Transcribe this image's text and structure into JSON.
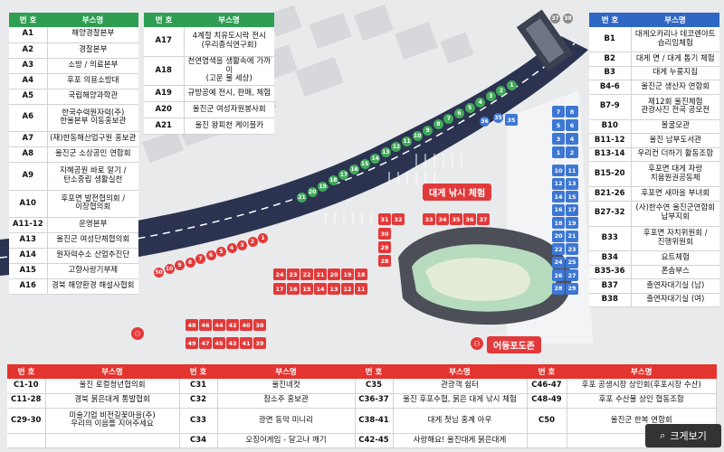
{
  "header_code": "번 호",
  "header_name": "부스명",
  "table_a": [
    [
      "A1",
      "해양경찰본부"
    ],
    [
      "A2",
      "경찰본부"
    ],
    [
      "A3",
      "소방 / 의료본부"
    ],
    [
      "A4",
      "후포 의용소방대"
    ],
    [
      "A5",
      "국립해양과학관"
    ],
    [
      "A6",
      "한국수력원자력(주)\n한울본부 이동홍보관"
    ],
    [
      "A7",
      "(재)한동해산업구원 홍보관"
    ],
    [
      "A8",
      "울진군 소상공인 연합회"
    ],
    [
      "A9",
      "지혜공원 바로 알기 /\n탄소중립 생활실천"
    ],
    [
      "A10",
      "후포면 발전협의회 /\n이장협의회"
    ],
    [
      "A11-12",
      "운영본부"
    ],
    [
      "A13",
      "울진군 여성단체협의회"
    ],
    [
      "A14",
      "원자력수소 산업추진단"
    ],
    [
      "A15",
      "고향사랑기부제"
    ],
    [
      "A16",
      "경북 해양환경 해설사협회"
    ]
  ],
  "table_a2": [
    [
      "A17",
      "4계절 치유도시락 전시\n(우리종식연구회)"
    ],
    [
      "A18",
      "천연염색을 생활속에 가까이\n(고운 물 세상)"
    ],
    [
      "A19",
      "규방공예 전시, 판매, 체험"
    ],
    [
      "A20",
      "울진군 여성자원봉사회"
    ],
    [
      "A21",
      "울진 왕피천 케이블카"
    ]
  ],
  "table_b": [
    [
      "B1",
      "대게오카리나 데코렌야트\n습리임체험"
    ],
    [
      "B2",
      "대게 면 / 대게 톱기 체험"
    ],
    [
      "B3",
      "대게 누룽지집"
    ],
    [
      "B4-6",
      "울진군 생산자 연합회"
    ],
    [
      "B7-9",
      "제12회 울진체험\n관광사진 전국 공모전"
    ],
    [
      "B10",
      "볼굴모관"
    ],
    [
      "B11-12",
      "울진 남부도서관"
    ],
    [
      "B13-14",
      "우리컨 더하기 활동조합"
    ],
    [
      "B15-20",
      "후포면 대게 자랑\n치움원권공동체"
    ],
    [
      "B21-26",
      "후포면 새마을 부녀회"
    ],
    [
      "B27-32",
      "(사)한수연 울진군연합회\n납부지회"
    ],
    [
      "B33",
      "후포면 자치위원회 /\n진행위원회"
    ],
    [
      "B34",
      "요트체험"
    ],
    [
      "B35-36",
      "폰솜부스"
    ],
    [
      "B37",
      "출연자대기실 (남)"
    ],
    [
      "B38",
      "출연자대기실 (여)"
    ]
  ],
  "table_c": [
    [
      "C1-10",
      "울진 로컬청년협의회",
      "C31",
      "울진네컷",
      "C35",
      "관광객 쉼터",
      "C46-47",
      "후포 공생시장 상인회(후포시장 수산)"
    ],
    [
      "C11-28",
      "경북 붉은대게 통발협회",
      "C32",
      "참소주 홍보관",
      "C36-37",
      "울진 후포수협, 붉은 대게 낚시 체험",
      "C48-49",
      "후포 수산물 상인 협동조합"
    ],
    [
      "C29-30",
      "미술기업 비전길꽃마을(주)\n우리의 이음를 지어주세요",
      "C33",
      "광면 동막 미니리",
      "C38-41",
      "대게 첫님 홍계 아우",
      "C50",
      "울진군 한복 연합회"
    ],
    [
      "",
      "",
      "C34",
      "오징어게임 - 달고나 깨기",
      "C42-45",
      "사랑해요! 울진대게 붉은대게",
      "",
      ""
    ]
  ],
  "map_labels": {
    "fishing": "대게 낚시 체험",
    "stage": "어등포도존",
    "zoom": "크게보기"
  }
}
